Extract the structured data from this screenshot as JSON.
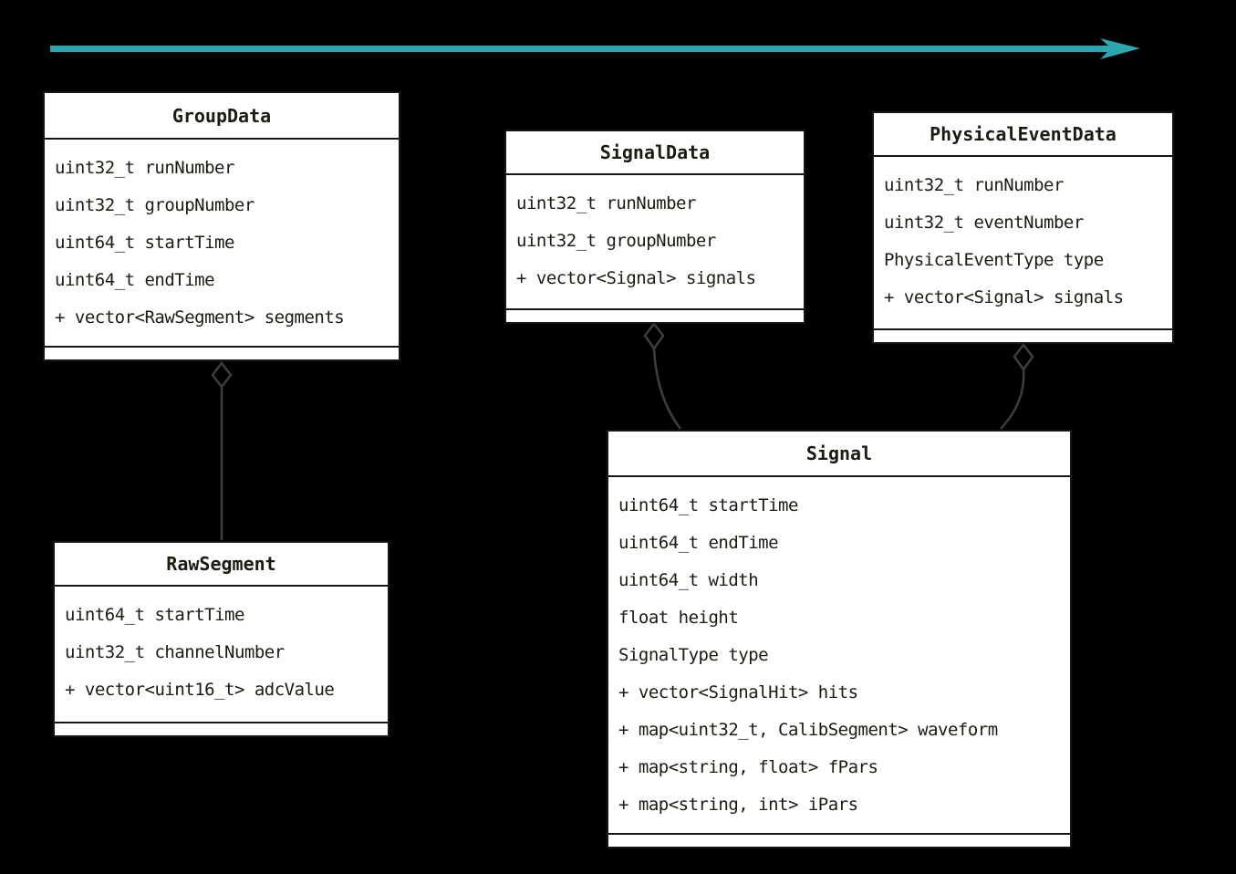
{
  "diagram": {
    "background_color": "#000000",
    "box_fill_color": "#ffffff",
    "box_text_color": "#1b1b10",
    "box_line_color": "#161616",
    "connector_color": "#3d3d3f",
    "flow_arrow_color": "#2CA6B1"
  },
  "classes": {
    "group_data": {
      "title": "GroupData",
      "attributes": [
        "uint32_t runNumber",
        "uint32_t groupNumber",
        "uint64_t startTime",
        "uint64_t endTime",
        "+ vector<RawSegment> segments"
      ]
    },
    "signal_data": {
      "title": "SignalData",
      "attributes": [
        "uint32_t runNumber",
        "uint32_t groupNumber",
        "+ vector<Signal> signals"
      ]
    },
    "physical_event_data": {
      "title": "PhysicalEventData",
      "attributes": [
        "uint32_t runNumber",
        "uint32_t eventNumber",
        "PhysicalEventType type",
        "+ vector<Signal> signals"
      ]
    },
    "raw_segment": {
      "title": "RawSegment",
      "attributes": [
        "uint64_t startTime",
        "uint32_t channelNumber",
        "+ vector<uint16_t> adcValue"
      ]
    },
    "signal": {
      "title": "Signal",
      "attributes": [
        "uint64_t startTime",
        "uint64_t endTime",
        "uint64_t width",
        "float height",
        "SignalType type",
        "+ vector<SignalHit> hits",
        "+ map<uint32_t, CalibSegment> waveform",
        "+ map<string, float> fPars",
        "+ map<string, int> iPars"
      ]
    }
  },
  "relations": [
    {
      "from": "GroupData",
      "to": "RawSegment",
      "type": "aggregation"
    },
    {
      "from": "SignalData",
      "to": "Signal",
      "type": "aggregation"
    },
    {
      "from": "PhysicalEventData",
      "to": "Signal",
      "type": "aggregation"
    }
  ]
}
